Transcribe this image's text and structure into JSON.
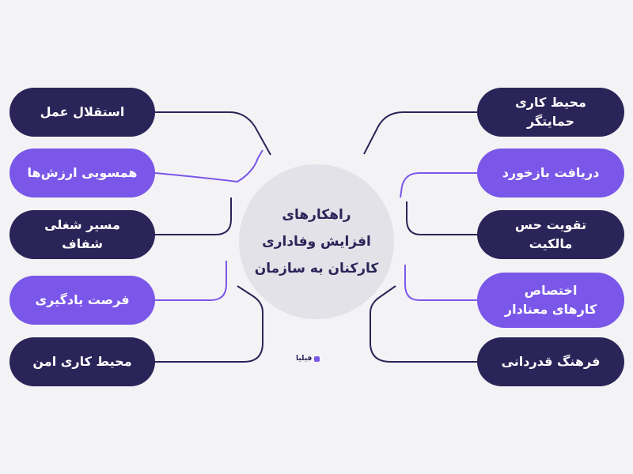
{
  "center": {
    "title": "راهکارهای\nافزایش وفاداری\nکارکنان به سازمان"
  },
  "left_items": [
    {
      "label": "استقلال عمل",
      "tone": "dark"
    },
    {
      "label": "همسویی ارزش‌ها",
      "tone": "light"
    },
    {
      "label": "مسیر شغلی شفاف",
      "tone": "dark"
    },
    {
      "label": "فرصت یادگیری",
      "tone": "light"
    },
    {
      "label": "محیط کاری امن",
      "tone": "dark"
    }
  ],
  "right_items": [
    {
      "label": "محیط کاری حمایتگر",
      "tone": "dark"
    },
    {
      "label": "دریافت بازخورد",
      "tone": "light"
    },
    {
      "label": "تقویت حس مالکیت",
      "tone": "dark"
    },
    {
      "label": "اختصاص\nکارهای معنادار",
      "tone": "light"
    },
    {
      "label": "فرهنگ قدردانی",
      "tone": "dark"
    }
  ],
  "logo": {
    "text": "فیلیا"
  },
  "colors": {
    "dark": "#2a2458",
    "light": "#7a57e8",
    "background": "#f3f3f5",
    "circle": "#e2e2e8"
  }
}
